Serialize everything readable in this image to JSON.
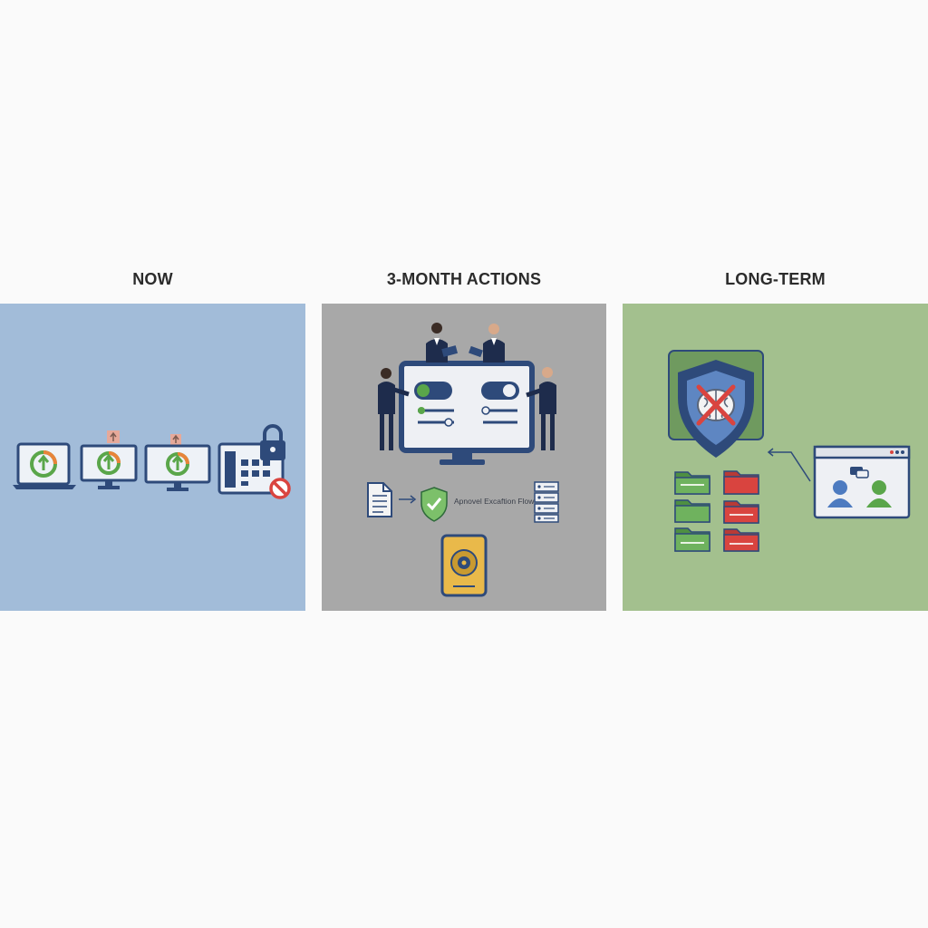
{
  "columns": {
    "now": {
      "title": "NOW"
    },
    "three_month": {
      "title": "3-MONTH ACTIONS",
      "flow_label": "Apnovel Excaftion Flow"
    },
    "long_term": {
      "title": "LONG-TERM"
    }
  },
  "colors": {
    "now_bg": "#a2bcd9",
    "three_month_bg": "#a8a8a8",
    "long_term_bg": "#a3c08e",
    "navy": "#2e4a7a",
    "green": "#5aa64a",
    "orange": "#e8843a",
    "red": "#d9443f",
    "gold": "#e9b94a"
  }
}
